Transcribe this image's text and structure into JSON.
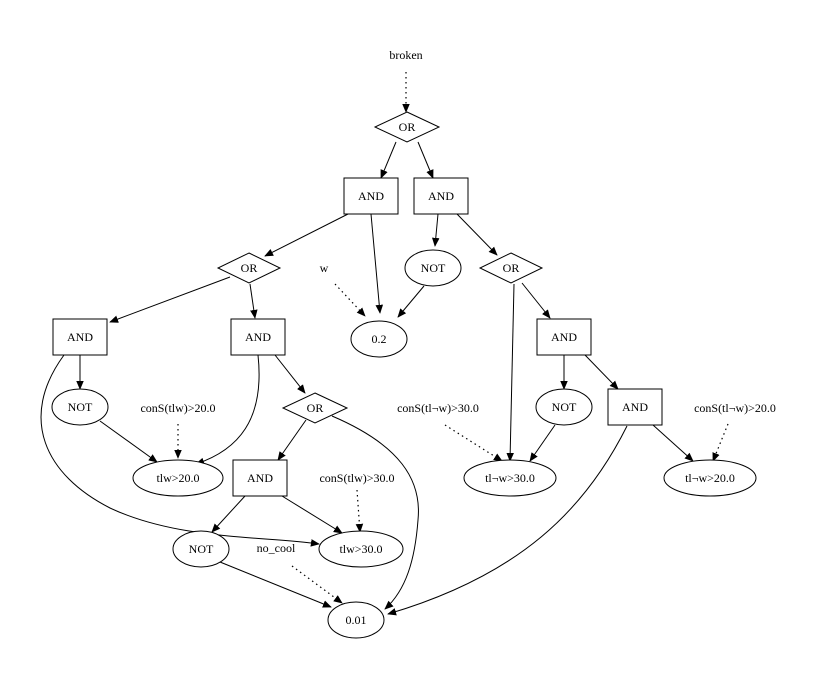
{
  "nodes": {
    "root_label": "broken",
    "or_top": "OR",
    "and_a": "AND",
    "and_b": "AND",
    "or_left": "OR",
    "w_label": "w",
    "not_b": "NOT",
    "or_right": "OR",
    "and_c": "AND",
    "and_d": "AND",
    "val_02": "0.2",
    "and_e": "AND",
    "not_c": "NOT",
    "cons_tlw20": "conS(tlw)>20.0",
    "or_mid": "OR",
    "cons_tlnw30": "conS(tl¬w)>30.0",
    "not_e": "NOT",
    "and_f": "AND",
    "cons_tlnw20": "conS(tl¬w)>20.0",
    "tlw20": "tlw>20.0",
    "and_g": "AND",
    "cons_tlw30": "conS(tlw)>30.0",
    "tlnw30": "tl¬w>30.0",
    "tlnw20": "tl¬w>20.0",
    "not_g": "NOT",
    "no_cool_label": "no_cool",
    "tlw30": "tlw>30.0",
    "val_001": "0.01"
  }
}
